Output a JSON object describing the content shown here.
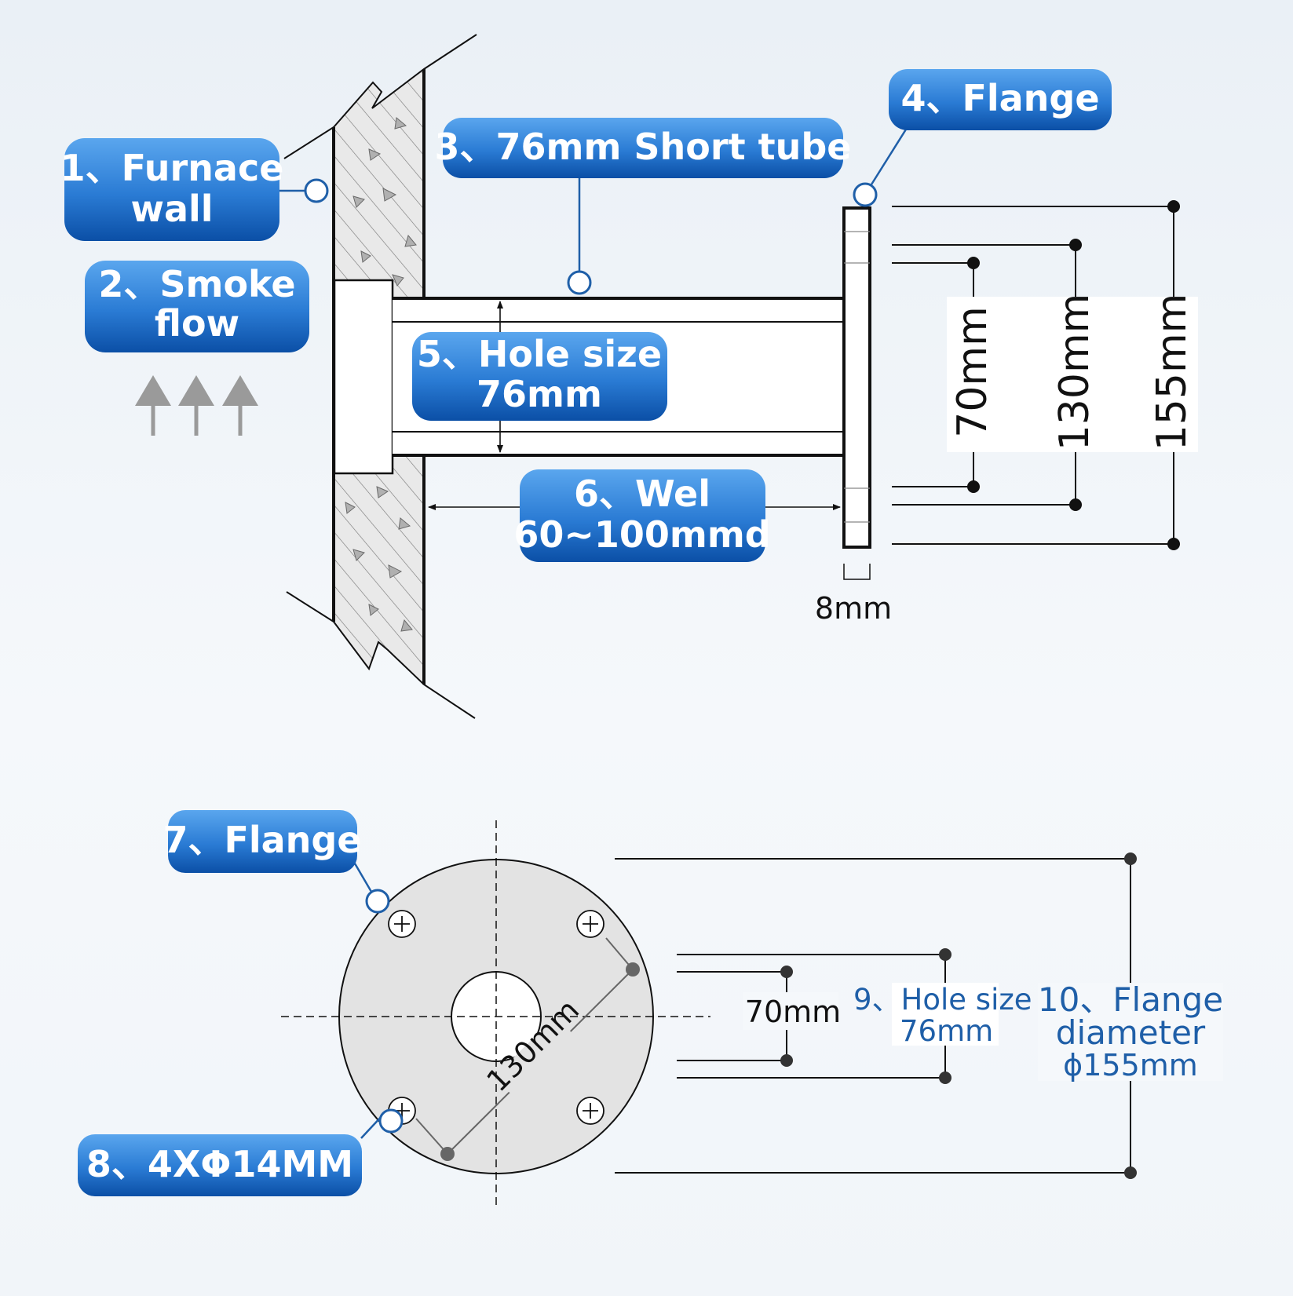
{
  "labels": {
    "furnace_wall": [
      "1、Furnace",
      "wall"
    ],
    "smoke_flow": [
      "2、Smoke",
      "flow"
    ],
    "short_tube": "3、76mm Short tube",
    "flange_top": "4、Flange",
    "hole_size_top": [
      "5、Hole size",
      "76mm"
    ],
    "weld": [
      "6、Wel",
      "60~100mmd"
    ],
    "flange_bottom": "7、Flange",
    "bolt_holes": "8、4XΦ14MM",
    "hole_size_bottom": [
      "9、Hole size",
      "76mm"
    ],
    "flange_diameter": [
      "10、Flange",
      "diameter",
      "ϕ155mm"
    ]
  },
  "dimensions": {
    "thickness": "8mm",
    "d70": "70mm",
    "d130": "130mm",
    "d155": "155mm",
    "bolt_circle": "130mm",
    "d70_bottom": "70mm"
  },
  "colors": {
    "pill_top": "#4f9be6",
    "pill_bottom": "#0d56ae",
    "accent_blue": "#1f5fa8",
    "line": "#111111",
    "flange_fill": "#e5e5e5"
  }
}
